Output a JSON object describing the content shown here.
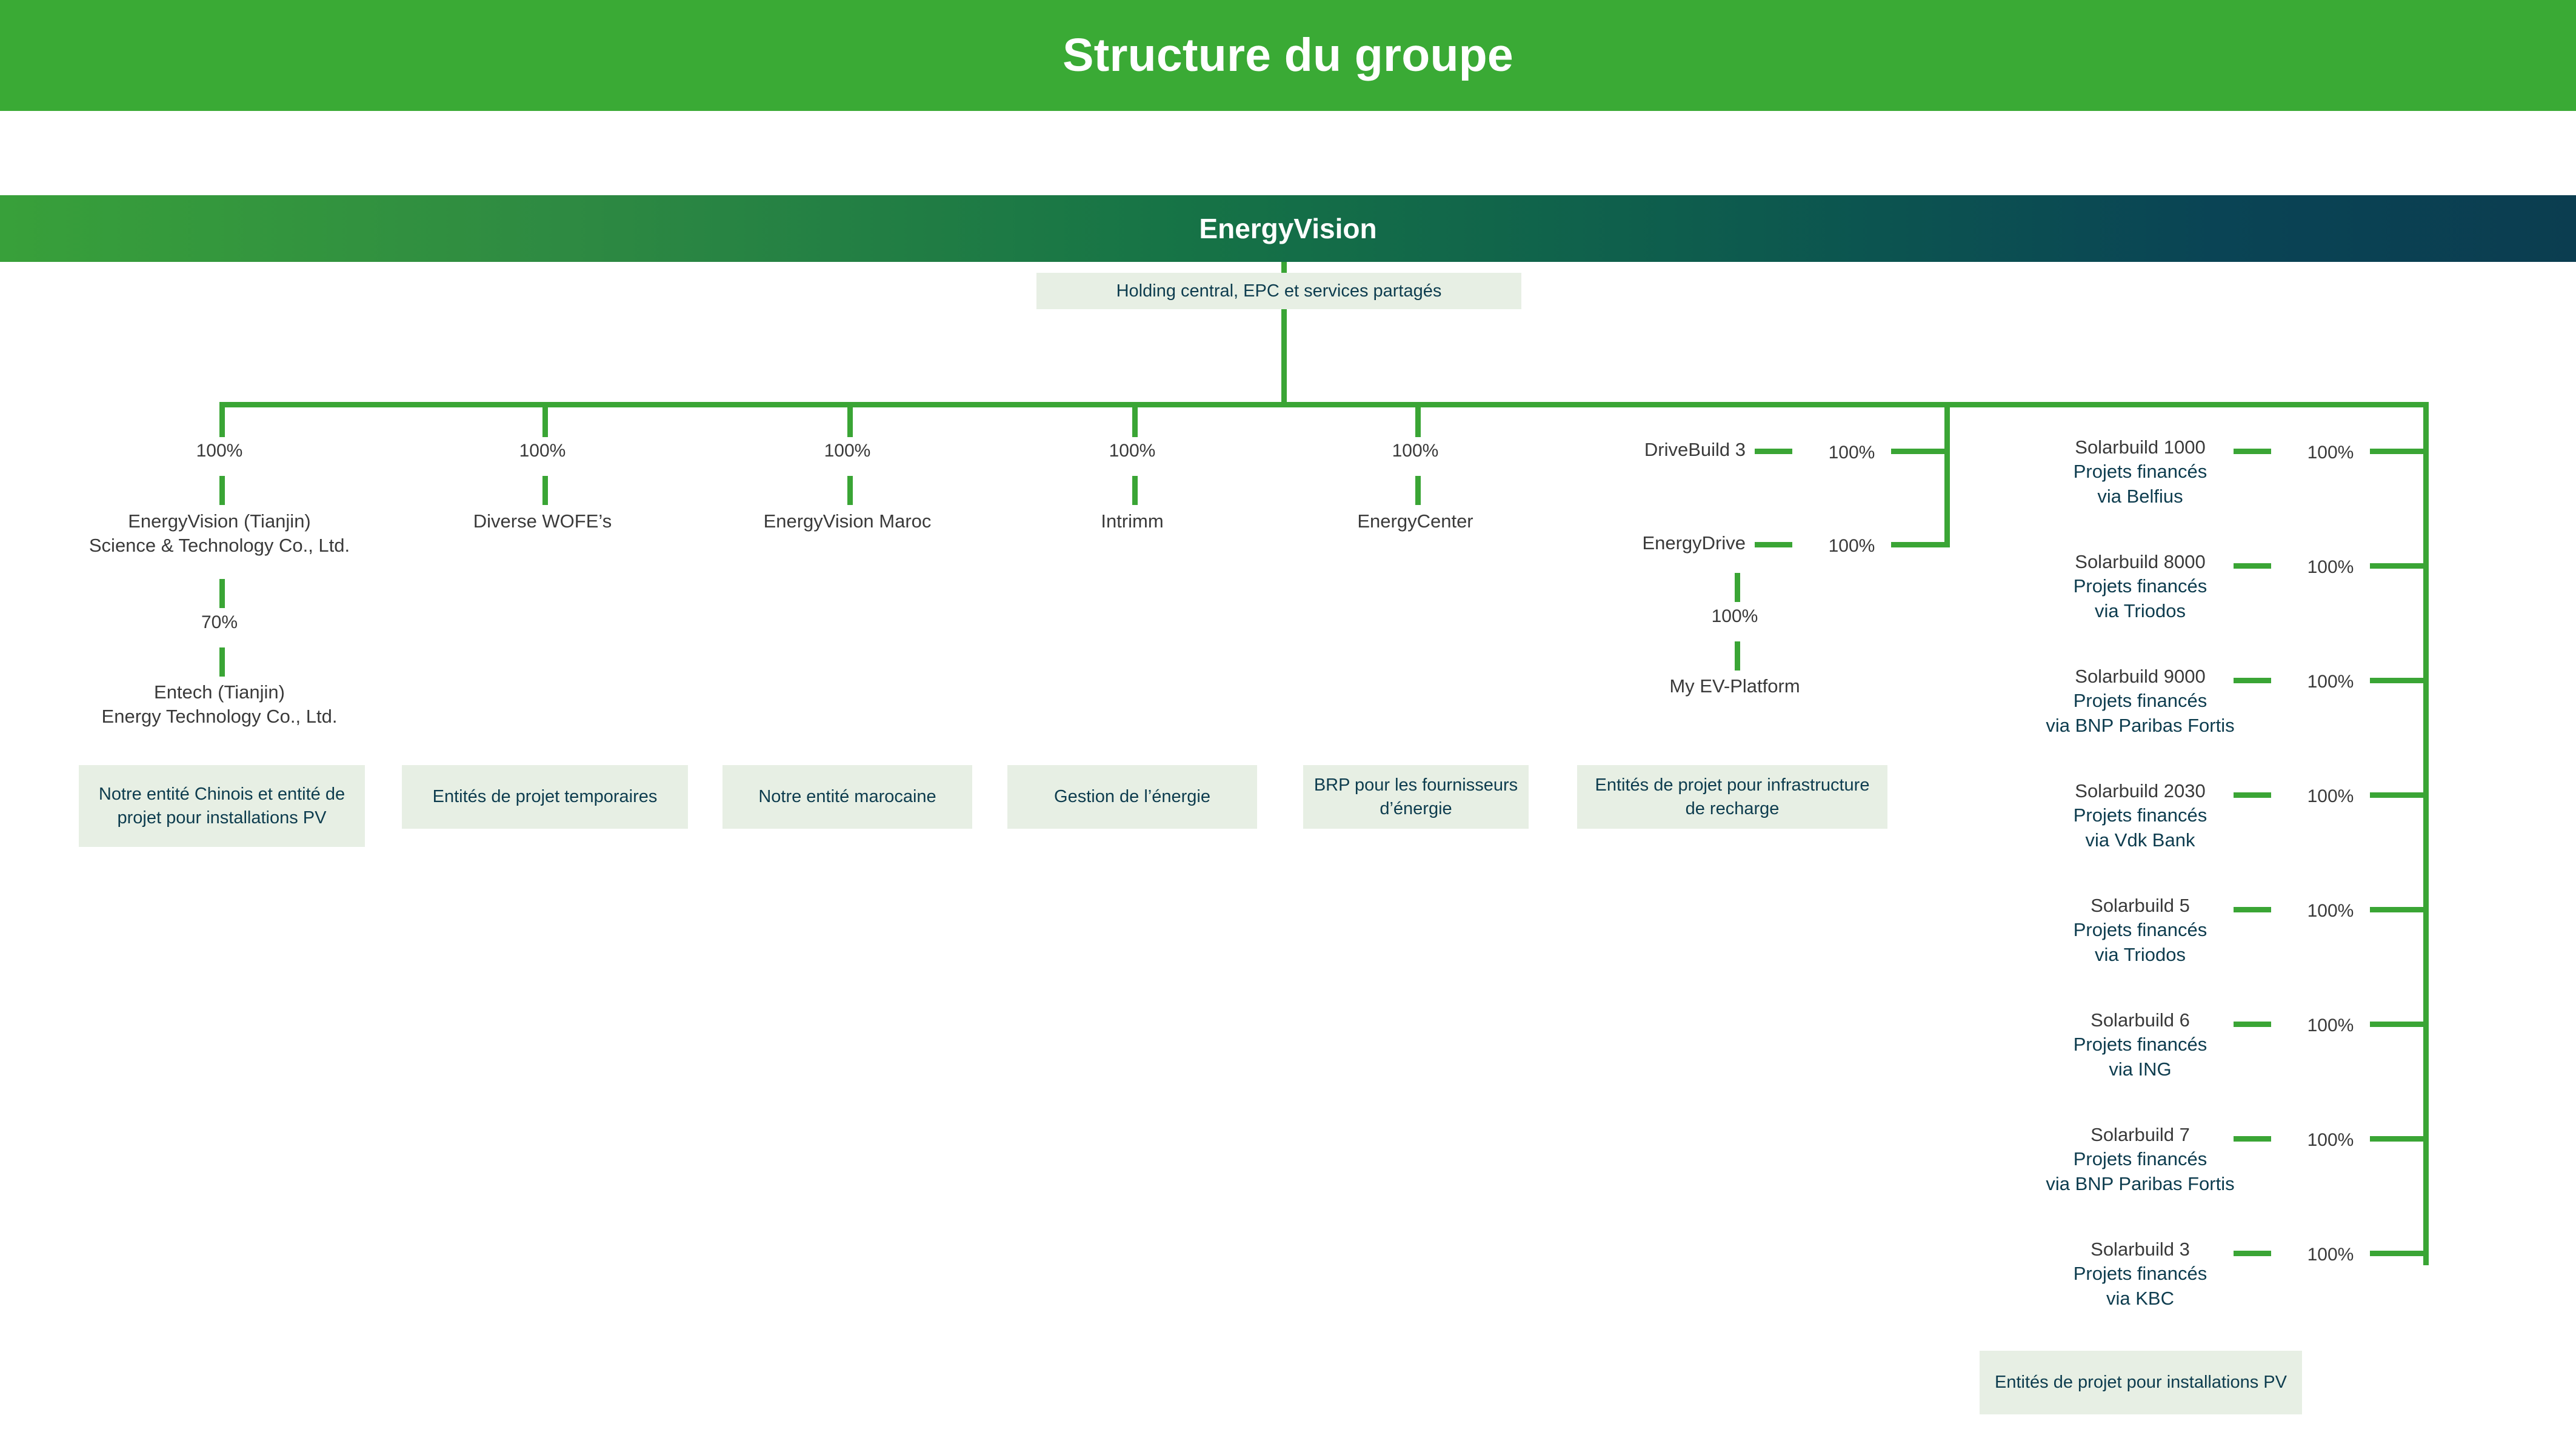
{
  "header": {
    "title": "Structure du groupe"
  },
  "root": {
    "name": "EnergyVision",
    "caption": "Holding central, EPC et services partagés"
  },
  "columns": [
    {
      "pct": "100%",
      "name": "EnergyVision (Tianjin)\nScience & Technology Co., Ltd.",
      "sub_pct": "70%",
      "sub_name": "Entech (Tianjin)\nEnergy Technology Co., Ltd.",
      "caption": "Notre entité Chinois et\nentité de projet\npour installations PV"
    },
    {
      "pct": "100%",
      "name": "Diverse WOFE’s",
      "caption": "Entités de projet\ntemporaires"
    },
    {
      "pct": "100%",
      "name": "EnergyVision Maroc",
      "caption": "Notre entité\nmarocaine"
    },
    {
      "pct": "100%",
      "name": "Intrimm",
      "caption": "Gestion de l’énergie"
    },
    {
      "pct": "100%",
      "name": "EnergyCenter",
      "caption": "BRP pour les\nfournisseurs d’énergie"
    }
  ],
  "drive_branch": {
    "caption": "Entités de projet pour\ninfrastructure de recharge",
    "items": [
      {
        "name": "DriveBuild 3",
        "pct": "100%"
      },
      {
        "name": "EnergyDrive",
        "pct": "100%"
      }
    ],
    "sub": {
      "pct": "100%",
      "name": "My EV-Platform"
    }
  },
  "solar_branch": {
    "caption": "Entités de projet\npour installations PV",
    "items": [
      {
        "name": "Solarbuild 1000",
        "desc": "Projets financés\nvia Belfius",
        "pct": "100%"
      },
      {
        "name": "Solarbuild 8000",
        "desc": "Projets financés\nvia Triodos",
        "pct": "100%"
      },
      {
        "name": "Solarbuild 9000",
        "desc": "Projets financés\nvia BNP Paribas Fortis",
        "pct": "100%"
      },
      {
        "name": "Solarbuild 2030",
        "desc": "Projets financés\nvia Vdk Bank",
        "pct": "100%"
      },
      {
        "name": "Solarbuild 5",
        "desc": "Projets financés\nvia Triodos",
        "pct": "100%"
      },
      {
        "name": "Solarbuild 6",
        "desc": "Projets financés\nvia ING",
        "pct": "100%"
      },
      {
        "name": "Solarbuild 7",
        "desc": "Projets financés\nvia BNP Paribas Fortis",
        "pct": "100%"
      },
      {
        "name": "Solarbuild 3",
        "desc": "Projets financés\nvia KBC",
        "pct": "100%"
      }
    ]
  },
  "colors": {
    "header_green": "#3aaa35",
    "connector_green": "#3aa535",
    "chip_bg": "#e7efe4",
    "chip_text": "#0d3c4e",
    "node_text": "#3a3a3a"
  }
}
